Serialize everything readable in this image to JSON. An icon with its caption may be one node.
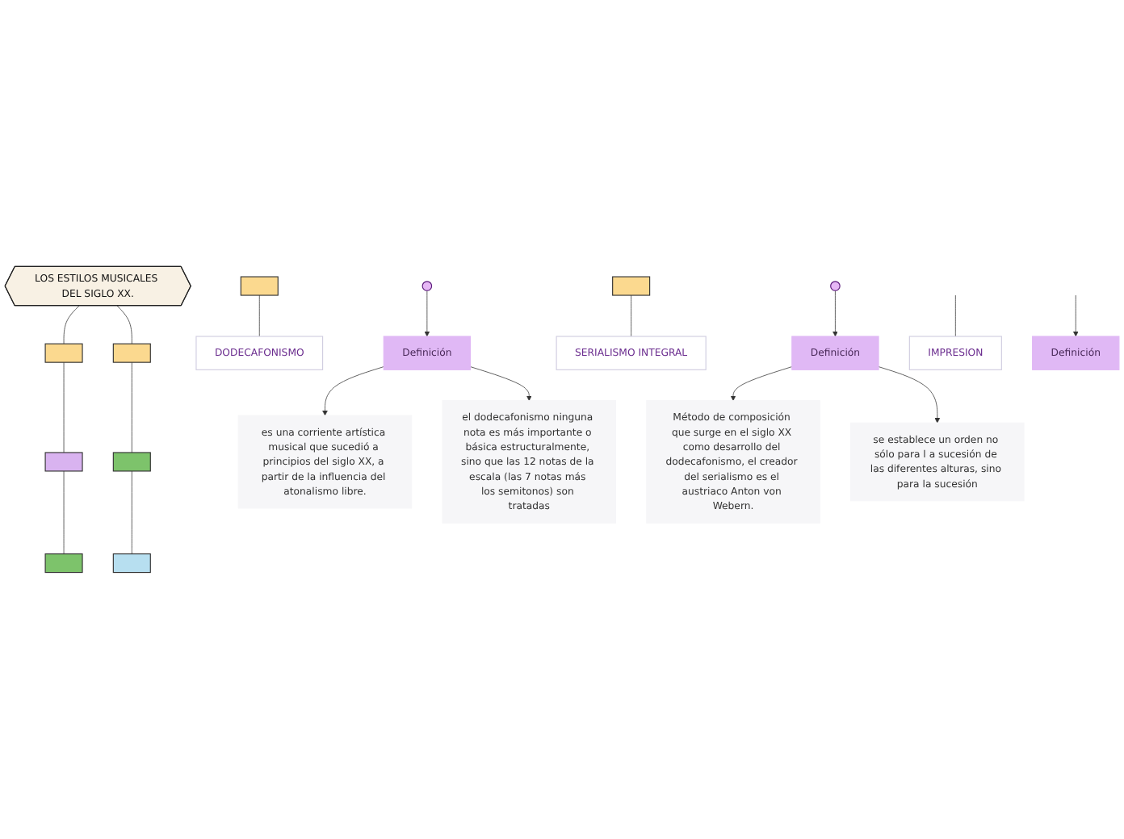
{
  "diagram": {
    "nodes": [
      {
        "text": [
          "LOS ESTILOS MUSICALES DEL SIGLO XX."
        ]
      },
      {
        "text": [],
        "shape": "box"
      },
      {
        "text": [],
        "shape": "box"
      },
      {
        "text": [],
        "shape": "box"
      },
      {
        "text": [],
        "shape": "box"
      },
      {
        "text": [],
        "shape": "box"
      },
      {
        "text": [],
        "shape": "box"
      },
      {
        "text": [],
        "shape": "box"
      },
      {
        "text": [
          "DODECAFONISMO"
        ]
      },
      {
        "text": [],
        "shape": "circle"
      },
      {
        "text": [
          "Definición"
        ]
      },
      {
        "text": [
          "es una corriente artística musical que sucedió a principios del siglo XX, a partir de la influencia del atonalismo libre."
        ]
      },
      {
        "text": [
          "el dodecafonismo ninguna nota es más importante o básica estructuralmente, sino que las 12 notas de la escala (las 7 notas más los semitonos) son tratadas"
        ]
      },
      {
        "text": [],
        "shape": "box"
      },
      {
        "text": [
          "SERIALISMO INTEGRAL"
        ]
      },
      {
        "text": [],
        "shape": "circle"
      },
      {
        "text": [
          "Definición"
        ]
      },
      {
        "text": [
          "Método de composición que surge en el siglo XX como desarrollo del dodecafonismo, el creador del serialismo es el austriaco Anton von Webern."
        ]
      },
      {
        "text": [
          "se establece un orden no sólo para l a sucesión de las diferentes alturas, sino para la sucesión"
        ]
      },
      {
        "text": [
          "IMPRESION"
        ]
      },
      {
        "text": [
          "Definición"
        ]
      }
    ],
    "edges": [
      {
        "from": 0,
        "to": 3,
        "arrow": "none"
      },
      {
        "from": 3,
        "to": 2,
        "arrow": "none"
      },
      {
        "from": 2,
        "to": 1,
        "arrow": "none"
      },
      {
        "from": 0,
        "to": 4,
        "arrow": "none"
      },
      {
        "from": 4,
        "to": 5,
        "arrow": "none"
      },
      {
        "from": 5,
        "to": 6,
        "arrow": "none"
      },
      {
        "from": 7,
        "to": 8,
        "arrow": "none"
      },
      {
        "from": 9,
        "to": 10,
        "arrow": "to"
      },
      {
        "from": 10,
        "to": 11,
        "arrow": "to"
      },
      {
        "from": 10,
        "to": 12,
        "arrow": "to"
      },
      {
        "from": 13,
        "to": 14,
        "arrow": "none"
      },
      {
        "from": 15,
        "to": 16,
        "arrow": "to"
      },
      {
        "from": 16,
        "to": 17,
        "arrow": "to"
      },
      {
        "from": 16,
        "to": 18,
        "arrow": "to"
      },
      {
        "from": null,
        "to": 19,
        "arrow": "none"
      },
      {
        "from": null,
        "to": 20,
        "arrow": "to"
      }
    ]
  }
}
